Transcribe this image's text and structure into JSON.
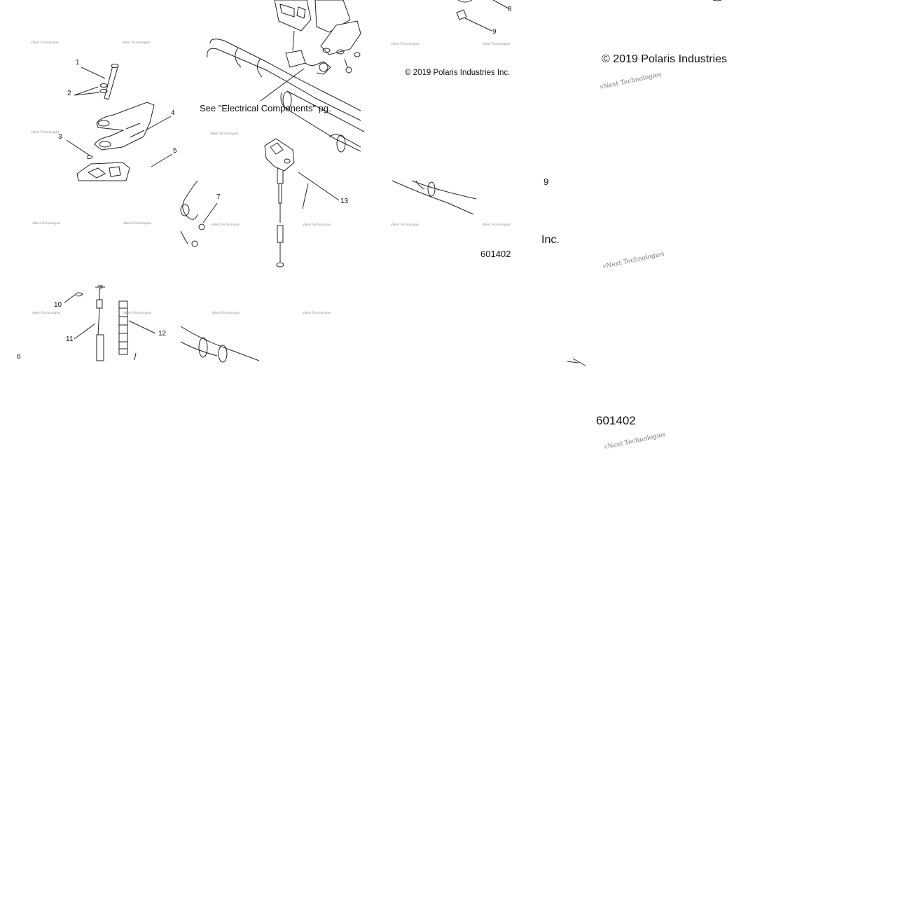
{
  "callouts": {
    "c1": "1",
    "c2": "2",
    "c3": "3",
    "c4": "4",
    "c5": "5",
    "c6": "6",
    "c7": "7",
    "c8": "8",
    "c9": "9",
    "c10": "10",
    "c11": "11",
    "c12": "12",
    "c13": "13"
  },
  "notes": {
    "see_electrical": "See \"Electrical Components\" pg.",
    "copyright_small": "© 2019 Polaris Industries Inc.",
    "copyright_large": "© 2019 Polaris Industries",
    "inc_fragment": "Inc.",
    "nine_fragment": "9",
    "figure_number": "601402"
  },
  "watermark": {
    "small": "vNext Technologies",
    "large": "vNext Technologies"
  }
}
